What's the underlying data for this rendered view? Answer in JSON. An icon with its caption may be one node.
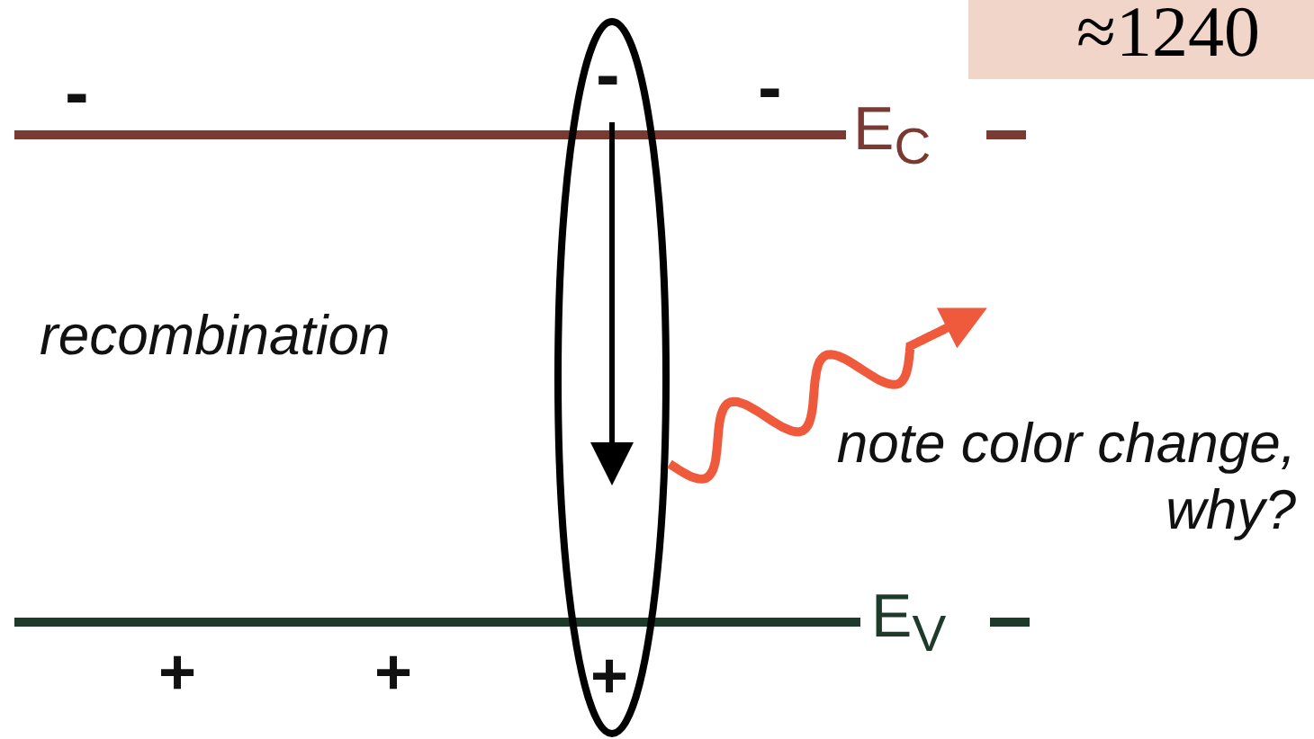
{
  "diagram": {
    "nodes": [
      {
        "text": [
          "≈1240"
        ]
      }
    ],
    "labels": [
      "-",
      "-",
      "-",
      "E$_{C}$",
      "recombination",
      "note color change, why?",
      "E$_{V}$",
      "+",
      "+",
      "+"
    ]
  }
}
